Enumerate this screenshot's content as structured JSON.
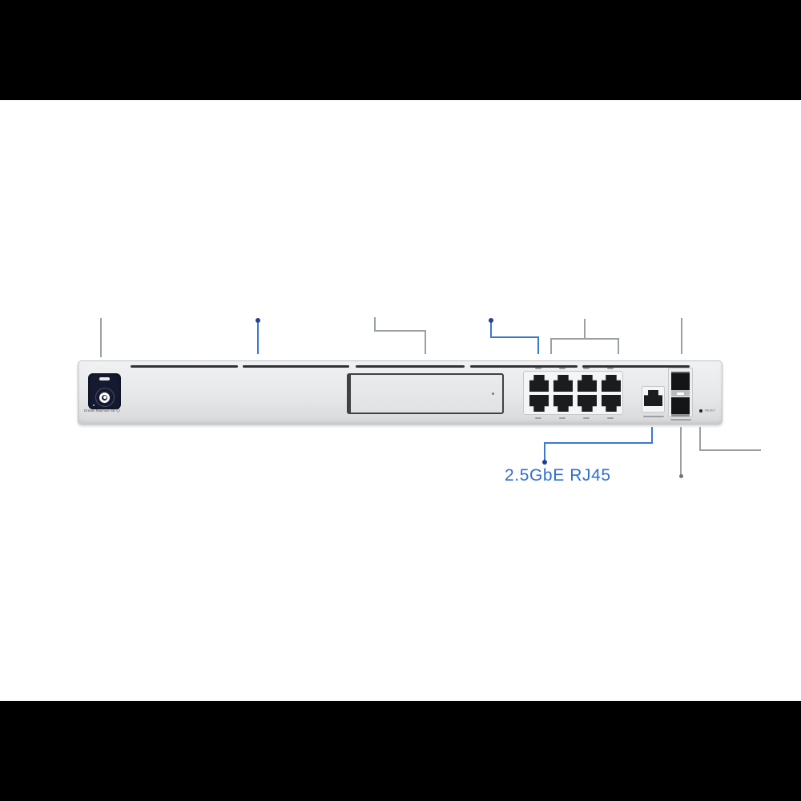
{
  "page": {
    "background": "#000000",
    "stage_background": "#ffffff"
  },
  "annotation": {
    "port_label": "2.5GbE RJ45",
    "accent_color": "#3a78cf",
    "callout_gray": "#9ba0a3"
  },
  "device": {
    "type": "rackmount-network-appliance-front-panel",
    "model_label": "Dream Machine SE",
    "reset_label": "RESET",
    "lan_rj45_ports": 8,
    "wan_25g_rj45_ports": 1,
    "sfp_plus_slots": 2,
    "chassis_color": "#e6e8e9",
    "screen_color": "#151a31"
  }
}
